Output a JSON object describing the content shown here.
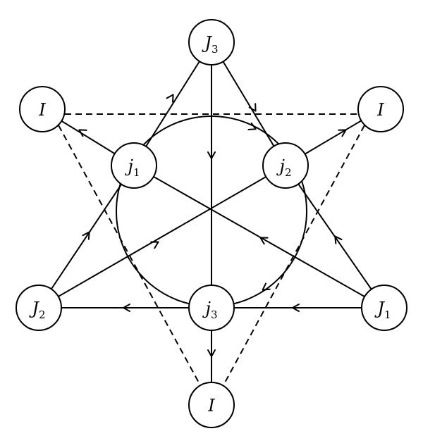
{
  "diagram": {
    "nodes": [
      {
        "id": "J3_top",
        "symbol": "J",
        "subscript": "3"
      },
      {
        "id": "I_left",
        "symbol": "I",
        "subscript": ""
      },
      {
        "id": "I_right",
        "symbol": "I",
        "subscript": ""
      },
      {
        "id": "j1",
        "symbol": "j",
        "subscript": "1"
      },
      {
        "id": "j2",
        "symbol": "j",
        "subscript": "2"
      },
      {
        "id": "J2",
        "symbol": "J",
        "subscript": "2"
      },
      {
        "id": "j3",
        "symbol": "j",
        "subscript": "3"
      },
      {
        "id": "J1",
        "symbol": "J",
        "subscript": "1"
      },
      {
        "id": "I_bottom",
        "symbol": "I",
        "subscript": ""
      }
    ]
  }
}
